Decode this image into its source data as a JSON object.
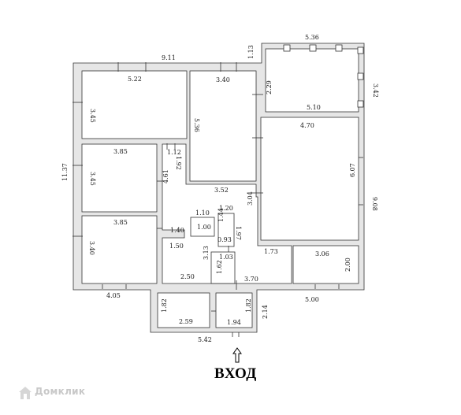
{
  "entrance_label": "ВХОД",
  "watermark_text": "Домклик",
  "colors": {
    "wall": "#e6e6e6",
    "line": "#333333",
    "text": "#1a1a1a",
    "watermark": "#c8c8c8"
  },
  "dimensions": {
    "d_911": "9.11",
    "d_536_top": "5.36",
    "d_113": "1.13",
    "d_342": "3.42",
    "d_522": "5.22",
    "d_340_a": "3.40",
    "d_229": "2.29",
    "d_510": "5.10",
    "d_470": "4.70",
    "d_345_a": "3.45",
    "d_536_mid": "5.36",
    "d_1137": "11.37",
    "d_385_a": "3.85",
    "d_112": "1.12",
    "d_192": "1.92",
    "d_607": "6.07",
    "d_908": "9.08",
    "d_345_b": "3.45",
    "d_461": "4.61",
    "d_352": "3.52",
    "d_304": "3.04",
    "d_120": "1.20",
    "d_110": "1.10",
    "d_144": "1.44",
    "d_385_b": "3.85",
    "d_140": "1.40",
    "d_100": "1.00",
    "d_197": "1.97",
    "d_093": "0.93",
    "d_340_b": "3.40",
    "d_150": "1.50",
    "d_313": "3.13",
    "d_103": "1.03",
    "d_173": "1.73",
    "d_306": "3.06",
    "d_162": "1.62",
    "d_200": "2.00",
    "d_250": "2.50",
    "d_370": "3.70",
    "d_405": "4.05",
    "d_500": "5.00",
    "d_182_a": "1.82",
    "d_182_b": "1.82",
    "d_214": "2.14",
    "d_259": "2.59",
    "d_194": "1.94",
    "d_542": "5.42"
  }
}
